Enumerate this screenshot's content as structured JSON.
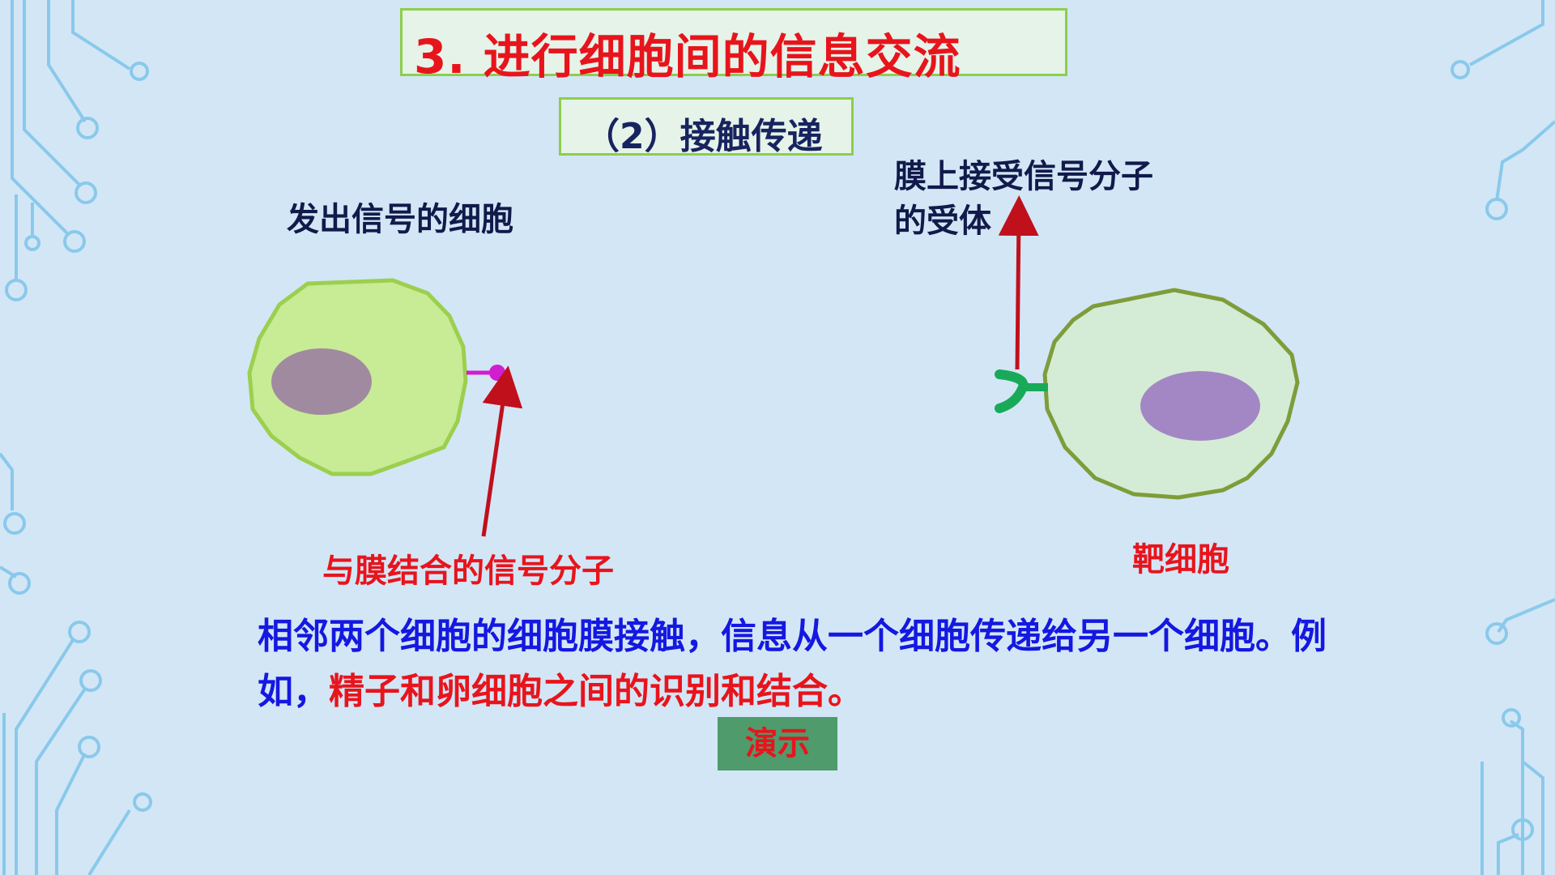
{
  "slide": {
    "title": "3. 进行细胞间的信息交流",
    "subtitle": "（2）接触传递",
    "labels": {
      "signal_cell": "发出信号的细胞",
      "receptor_line1": "膜上接受信号分子",
      "receptor_line2": "的受体",
      "signal_molecule": "与膜结合的信号分子",
      "target_cell": "靶细胞"
    },
    "description": {
      "part1": "相邻两个细胞的细胞膜接触，信息从一个细胞传递给另一个细胞。例如，",
      "part2": "精子和卵细胞之间的识别和结合。"
    },
    "demo_button": "演示"
  },
  "colors": {
    "title_red": "#e8141c",
    "label_dark": "#111a4a",
    "desc_blue": "#1418e0",
    "signal_cell_fill": "#c8eb96",
    "target_cell_fill": "#d4ecd6",
    "nucleus_left": "#a08aa0",
    "nucleus_right": "#a387c4",
    "signal_molecule": "#d01ed0",
    "receptor": "#18aa58",
    "arrow": "#c0101c",
    "demo_bg": "#4f9b6c"
  }
}
